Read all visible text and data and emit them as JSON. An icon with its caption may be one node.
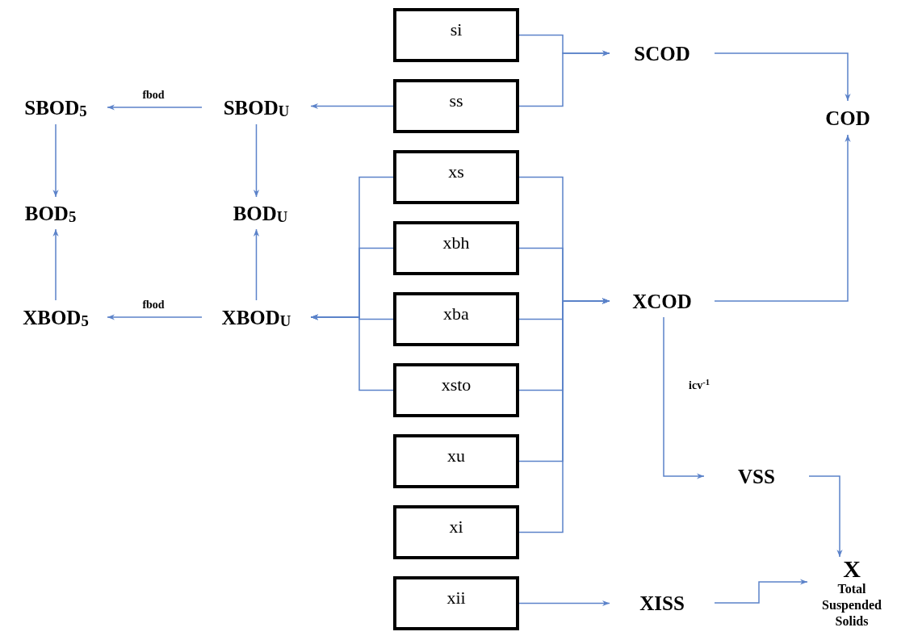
{
  "diagram": {
    "nodes": [
      {
        "text": [
          "si"
        ]
      },
      {
        "text": [
          "ss"
        ]
      },
      {
        "text": [
          "xs"
        ]
      },
      {
        "text": [
          "xbh"
        ]
      },
      {
        "text": [
          "xba"
        ]
      },
      {
        "text": [
          "xsto"
        ]
      },
      {
        "text": [
          "xu"
        ]
      },
      {
        "text": [
          "xi"
        ]
      },
      {
        "text": [
          "xii"
        ]
      },
      {
        "text": [
          "SCOD"
        ]
      },
      {
        "text": [
          "COD"
        ]
      },
      {
        "text": [
          "SBOD$_{5}$"
        ]
      },
      {
        "text": [
          "SBOD$_{U}$"
        ]
      },
      {
        "text": [
          "BOD$_{5}$"
        ]
      },
      {
        "text": [
          "BOD$_{U}$"
        ]
      },
      {
        "text": [
          "XBOD$_{5}$"
        ]
      },
      {
        "text": [
          "XBOD$_{U}$"
        ]
      },
      {
        "text": [
          "XCOD"
        ]
      },
      {
        "text": [
          "VSS"
        ]
      },
      {
        "text": [
          "XISS"
        ]
      },
      {
        "text": [
          "X",
          "Total Suspended Solids"
        ]
      }
    ],
    "edges": [
      {
        "from": 0,
        "to": 9,
        "arrow": "to"
      },
      {
        "from": 1,
        "to": 9,
        "arrow": "to"
      },
      {
        "from": 1,
        "to": 12,
        "arrow": "to"
      },
      {
        "from": 12,
        "to": 11,
        "arrow": "to",
        "label": "fbod"
      },
      {
        "from": 11,
        "to": 13,
        "arrow": "to"
      },
      {
        "from": 15,
        "to": 13,
        "arrow": "to"
      },
      {
        "from": 12,
        "to": 14,
        "arrow": "to"
      },
      {
        "from": 16,
        "to": 14,
        "arrow": "to"
      },
      {
        "from": 16,
        "to": 15,
        "arrow": "to",
        "label": "fbod"
      },
      {
        "from": 9,
        "to": 10,
        "arrow": "to"
      },
      {
        "from": 17,
        "to": 10,
        "arrow": "to"
      },
      {
        "from": 2,
        "to": 17,
        "arrow": "to"
      },
      {
        "from": 3,
        "to": 17,
        "arrow": "to"
      },
      {
        "from": 4,
        "to": 17,
        "arrow": "to"
      },
      {
        "from": 5,
        "to": 17,
        "arrow": "to"
      },
      {
        "from": 6,
        "to": 17,
        "arrow": "to"
      },
      {
        "from": 7,
        "to": 17,
        "arrow": "to"
      },
      {
        "from": 2,
        "to": 16,
        "arrow": "to"
      },
      {
        "from": 3,
        "to": 16,
        "arrow": "to"
      },
      {
        "from": 4,
        "to": 16,
        "arrow": "to"
      },
      {
        "from": 5,
        "to": 16,
        "arrow": "to"
      },
      {
        "from": 17,
        "to": 18,
        "arrow": "to",
        "label": "icv$^{-1}$"
      },
      {
        "from": 18,
        "to": 20,
        "arrow": "to"
      },
      {
        "from": 8,
        "to": 19,
        "arrow": "to"
      },
      {
        "from": 19,
        "to": 20,
        "arrow": "to"
      }
    ]
  }
}
